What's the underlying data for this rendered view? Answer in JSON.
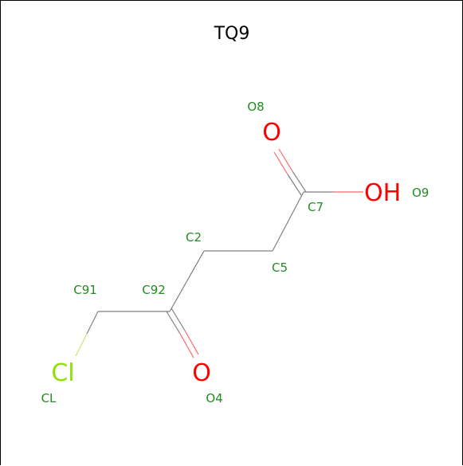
{
  "title": "TQ9",
  "colors": {
    "carbon_bond": "#808080",
    "oxygen": "#ff0000",
    "chlorine": "#90e000",
    "atom_label": "#228b22",
    "text": "#000000"
  },
  "atoms": {
    "O8": {
      "label": "O8",
      "element": "O"
    },
    "O9": {
      "label": "O9",
      "element": "OH"
    },
    "C7": {
      "label": "C7"
    },
    "C2": {
      "label": "C2"
    },
    "C5": {
      "label": "C5"
    },
    "C91": {
      "label": "C91"
    },
    "C92": {
      "label": "C92"
    },
    "CL": {
      "label": "CL",
      "element": "Cl"
    },
    "O4": {
      "label": "O4",
      "element": "O"
    }
  }
}
